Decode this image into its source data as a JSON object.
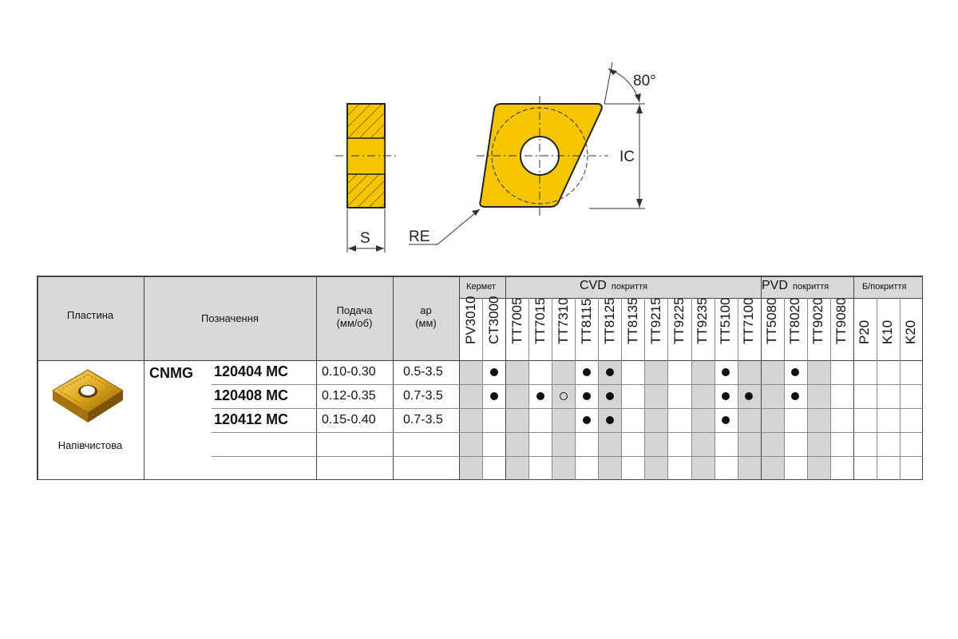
{
  "diagram": {
    "label_s": "S",
    "label_re": "RE",
    "label_ic": "IC",
    "label_angle": "80°"
  },
  "table": {
    "headers": {
      "insert": "Пластина",
      "designation": "Позначення",
      "feed_line1": "Подача",
      "feed_line2": "(мм/об)",
      "ap_line1": "ap",
      "ap_line2": "(мм)"
    },
    "groups": [
      {
        "name": "Кермет",
        "suffix": ""
      },
      {
        "name": "CVD",
        "suffix": "покриття"
      },
      {
        "name": "PVD",
        "suffix": "покриття"
      },
      {
        "name": "Б/покриття",
        "suffix": ""
      }
    ],
    "grades": [
      "PV3010",
      "CT3000",
      "TT7005",
      "TT7015",
      "TT7310",
      "TT8115",
      "TT8125",
      "TT8135",
      "TT9215",
      "TT9225",
      "TT9235",
      "TT5100",
      "TT7100",
      "TT5080",
      "TT8020",
      "TT9020",
      "TT9080",
      "P20",
      "K10",
      "K20"
    ],
    "insert_type": "Напівчистова",
    "shape_code": "CNMG",
    "rows": [
      {
        "code": "120404 MC",
        "feed": "0.10-0.30",
        "ap": "0.5-3.5",
        "marks": [
          "",
          "full",
          "",
          "",
          "",
          "full",
          "full",
          "",
          "",
          "",
          "",
          "full",
          "",
          "",
          "full",
          "",
          "",
          "",
          "",
          ""
        ]
      },
      {
        "code": "120408 MC",
        "feed": "0.12-0.35",
        "ap": "0.7-3.5",
        "marks": [
          "",
          "full",
          "",
          "full",
          "open",
          "full",
          "full",
          "",
          "",
          "",
          "",
          "full",
          "full",
          "",
          "full",
          "",
          "",
          "",
          "",
          ""
        ]
      },
      {
        "code": "120412 MC",
        "feed": "0.15-0.40",
        "ap": "0.7-3.5",
        "marks": [
          "",
          "",
          "",
          "",
          "",
          "full",
          "full",
          "",
          "",
          "",
          "",
          "full",
          "",
          "",
          "",
          "",
          "",
          "",
          "",
          ""
        ]
      },
      {
        "code": "",
        "feed": "",
        "ap": "",
        "marks": [
          "",
          "",
          "",
          "",
          "",
          "",
          "",
          "",
          "",
          "",
          "",
          "",
          "",
          "",
          "",
          "",
          "",
          "",
          "",
          ""
        ]
      },
      {
        "code": "",
        "feed": "",
        "ap": "",
        "marks": [
          "",
          "",
          "",
          "",
          "",
          "",
          "",
          "",
          "",
          "",
          "",
          "",
          "",
          "",
          "",
          "",
          "",
          "",
          "",
          ""
        ]
      }
    ]
  }
}
